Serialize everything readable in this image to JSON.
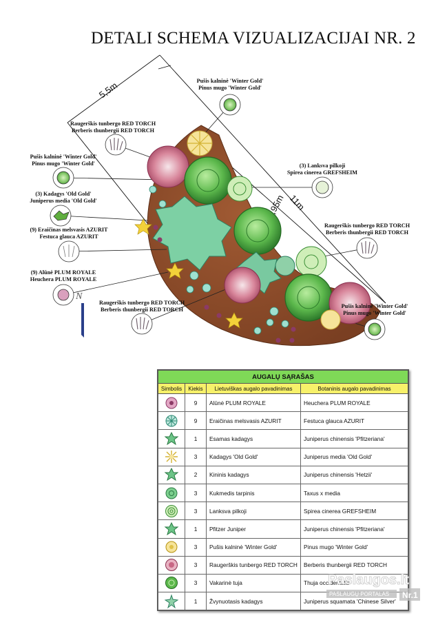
{
  "title": "DETALI SCHEMA VIZUALIZACIJAI NR. 2",
  "dimensions": {
    "width_label": "5,5m",
    "length_label": "11m",
    "inner_label": "1,95m"
  },
  "labels": [
    {
      "id": "l1",
      "lines": [
        "Pušis kalninė 'Winter Gold'",
        "Pinus mugo 'Winter Gold'"
      ]
    },
    {
      "id": "l2",
      "lines": [
        "Raugerškis tunbergo RED TORCH",
        "Berberis thunbergii RED TORCH"
      ]
    },
    {
      "id": "l3",
      "lines": [
        "Pušis kalninė 'Winter Gold'",
        "Pinus mugo 'Winter Gold'"
      ]
    },
    {
      "id": "l4",
      "lines": [
        "(3) Kadagys 'Old Gold'",
        "Juniperus media 'Old Gold'"
      ]
    },
    {
      "id": "l5",
      "lines": [
        "(9) Eraičinas melsvasis AZURIT",
        "Festuca glauca AZURIT"
      ]
    },
    {
      "id": "l6",
      "lines": [
        "(9) Alūnė PLUM ROYALE",
        "Heuchera PLUM ROYALE"
      ]
    },
    {
      "id": "l7",
      "lines": [
        "Raugerškis tunbergo RED TORCH",
        "Berberis thunbergii RED TORCH"
      ]
    },
    {
      "id": "l8",
      "lines": [
        "(3) Lanksva pilkoji",
        "Spirea cinerea GREFSHEIM"
      ]
    },
    {
      "id": "l9",
      "lines": [
        "Raugerškis tunbergo RED TORCH",
        "Berberis thunbergii RED TORCH"
      ]
    },
    {
      "id": "l10",
      "lines": [
        "Pušis kalninė 'Winter Gold'",
        "Pinus mugo 'Winter Gold'"
      ]
    }
  ],
  "north_symbol": "N",
  "legend": {
    "title": "AUGALŲ SĄRAŠAS",
    "columns": [
      "Simbolis",
      "Kiekis",
      "Lietuviškas augalo pavadinimas",
      "Botaninis augalo pavadinimas"
    ],
    "rows": [
      {
        "icon": "heuchera-icon",
        "qty": "9",
        "lt": "Alūnė PLUM ROYALE",
        "bot": "Heuchera PLUM ROYALE"
      },
      {
        "icon": "festuca-icon",
        "qty": "9",
        "lt": "Eraičinas melsvasis AZURIT",
        "bot": "Festuca glauca AZURIT"
      },
      {
        "icon": "juniper-icon",
        "qty": "1",
        "lt": "Esamas kadagys",
        "bot": "Juniperus chinensis 'Pfitzeriana'"
      },
      {
        "icon": "gold-juniper-icon",
        "qty": "3",
        "lt": "Kadagys 'Old Gold'",
        "bot": "Juniperus media 'Old Gold'"
      },
      {
        "icon": "juniper-icon",
        "qty": "2",
        "lt": "Kininis kadagys",
        "bot": "Juniperus chinensis 'Hetzii'"
      },
      {
        "icon": "yew-icon",
        "qty": "3",
        "lt": "Kukmedis tarpinis",
        "bot": "Taxus x media"
      },
      {
        "icon": "spirea-icon",
        "qty": "3",
        "lt": "Lanksva pilkoji",
        "bot": "Spirea cinerea GREFSHEIM"
      },
      {
        "icon": "juniper-icon",
        "qty": "1",
        "lt": "Pfitzer Juniper",
        "bot": "Juniperus chinensis 'Pfitzeriana'"
      },
      {
        "icon": "pine-icon",
        "qty": "3",
        "lt": "Pušis kalninė 'Winter Gold'",
        "bot": "Pinus mugo 'Winter Gold'"
      },
      {
        "icon": "berberis-icon",
        "qty": "3",
        "lt": "Raugerškis tunbergo RED TORCH",
        "bot": "Berberis thunbergii RED TORCH"
      },
      {
        "icon": "thuja-icon",
        "qty": "3",
        "lt": "Vakarinė tuja",
        "bot": "Thuja occidentalis"
      },
      {
        "icon": "squamata-icon",
        "qty": "1",
        "lt": "Žvynuotasis kadagys",
        "bot": "Juniperus squamata 'Chinese Silver'"
      }
    ]
  },
  "watermark": {
    "brand": "Paslaugos.lt",
    "sub": "PASLAUGŲ PORTALAS",
    "badge": "Nr.1"
  },
  "colors": {
    "soil": "#8a4a2a",
    "leaf": "#3f9a3a",
    "leaf_light": "#8fd47a",
    "legend_head": "#7fd957",
    "legend_cols": "#f7f16a"
  }
}
